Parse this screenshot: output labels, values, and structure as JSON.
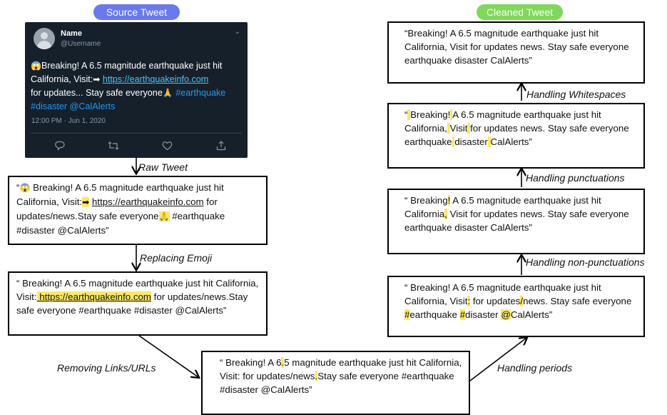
{
  "header_left": "Source Tweet",
  "header_right": "Cleaned Tweet",
  "tweet": {
    "name": "Name",
    "handle": "@Username",
    "emoji_scream": "😱",
    "text_1": "Breaking! A 6.5 magnitude earthquake just hit California, Visit:",
    "emoji_arrow": "➡",
    "link": "https://earthquakeinfo.com",
    "text_2": "for updates... Stay safe everyone",
    "emoji_pray": "🙏",
    "hashtag_1": "#earthquake",
    "hashtag_2": "#disaster",
    "mention": "@CalAlerts",
    "timestamp": "12:00 PM · Jun 1, 2020"
  },
  "icons": {
    "reply": "reply-icon",
    "retweet": "retweet-icon",
    "like": "heart-icon",
    "share": "share-icon"
  },
  "steps": {
    "raw": "Raw Tweet",
    "emoji": "Replacing Emoji",
    "links": "Removing Links/URLs",
    "periods": "Handling periods",
    "nonpunct": "Handling non-punctuations",
    "punct": "Handling punctuations",
    "whitespace": "Handling Whitespaces"
  },
  "boxes": {
    "raw": {
      "q": "“",
      "emoji_scream": "😱",
      "t1": " Breaking! A 6.5 magnitude earthquake just hit California, Visit:",
      "emoji_arrow": "➡",
      "sp": " ",
      "link": "https://earthquakeinfo.com",
      "t2": " for updates/news.Stay safe everyone",
      "emoji_pray": "🙏",
      "t3": " #earthquake #disaster @CalAlerts”"
    },
    "emoji_replaced": {
      "t1": "“  Breaking! A 6.5 magnitude earthquake just hit California, Visit:",
      "hl_link": " https://earthquakeinfo.com",
      "t2": " for updates/news.Stay safe everyone  #earthquake #disaster @CalAlerts”"
    },
    "links_removed": {
      "t1": "“  Breaking! A 6",
      "h1": ".",
      "t2": "5 magnitude earthquake just hit California, Visit:     for updates/news",
      "h2": ".",
      "t3": "Stay safe everyone  #earthquake #disaster @CalAlerts”"
    },
    "periods": {
      "t1": "“  Breaking! A 6.5 magnitude earthquake just hit California, Visit",
      "h1": ":",
      "t2": "    for updates",
      "h2": "/",
      "t3": "news. Stay safe everyone  ",
      "h3": "#",
      "t4": "earthquake ",
      "h4": "#",
      "t5": "disaster ",
      "h5": "@",
      "t6": "CalAlerts”"
    },
    "nonpunct": {
      "t1": "“  Breaking",
      "h1": "!",
      "t2": " A 6.5 magnitude earthquake just hit California",
      "h2": ",",
      "t3": " Visit      for updates news. Stay safe everyone  earthquake disaster CalAlerts”"
    },
    "punct": {
      "t1": "“",
      "h1": " ",
      "t2": "Breaking!",
      "h2": " ",
      "t3": "A 6.5 magnitude earthquake just hit California,",
      "h3": " ",
      "t4": "Visit",
      "h4": "    ",
      "t5": " for updates news. Stay safe everyone",
      "h5": " ",
      "t6": "earthquake",
      "h6": " ",
      "t7": "disaster",
      "h7": " ",
      "t8": "CalAlerts”"
    },
    "cleaned": {
      "text": "“Breaking! A 6.5 magnitude earthquake just hit California, Visit for updates news. Stay safe everyone earthquake disaster CalAlerts”"
    }
  }
}
